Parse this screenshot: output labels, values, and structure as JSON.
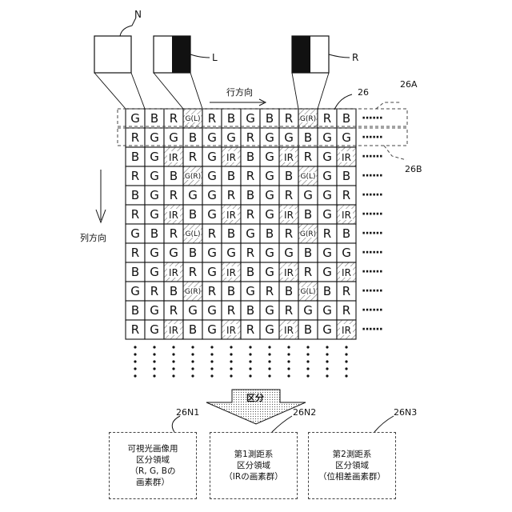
{
  "sensors": {
    "n_label": "N",
    "l_label": "L",
    "r_label": "R"
  },
  "labels": {
    "row_direction": "行方向",
    "column_direction": "列方向",
    "ref_26": "26",
    "ref_26a": "26A",
    "ref_26b": "26B",
    "dots_h": "······",
    "dots_v": "⋮"
  },
  "grid": [
    [
      "G",
      "B",
      "R",
      "G(L)",
      "R",
      "B",
      "G",
      "B",
      "R",
      "G(R)",
      "R",
      "B"
    ],
    [
      "R",
      "G",
      "G",
      "B",
      "G",
      "G",
      "R",
      "G",
      "G",
      "B",
      "G",
      "G"
    ],
    [
      "B",
      "G",
      "IR",
      "R",
      "G",
      "IR",
      "B",
      "G",
      "IR",
      "R",
      "G",
      "IR"
    ],
    [
      "R",
      "G",
      "B",
      "G(R)",
      "G",
      "B",
      "R",
      "G",
      "B",
      "G(L)",
      "G",
      "B"
    ],
    [
      "B",
      "G",
      "R",
      "G",
      "G",
      "R",
      "B",
      "G",
      "R",
      "G",
      "G",
      "R"
    ],
    [
      "R",
      "G",
      "IR",
      "B",
      "G",
      "IR",
      "R",
      "G",
      "IR",
      "B",
      "G",
      "IR"
    ],
    [
      "G",
      "B",
      "R",
      "G(L)",
      "R",
      "B",
      "G",
      "B",
      "R",
      "G(R)",
      "R",
      "B"
    ],
    [
      "R",
      "G",
      "G",
      "B",
      "G",
      "G",
      "R",
      "G",
      "G",
      "B",
      "G",
      "G"
    ],
    [
      "B",
      "G",
      "IR",
      "R",
      "G",
      "IR",
      "B",
      "G",
      "IR",
      "R",
      "G",
      "IR"
    ],
    [
      "G",
      "R",
      "B",
      "G(R)",
      "R",
      "B",
      "G",
      "R",
      "B",
      "G(L)",
      "B",
      "R"
    ],
    [
      "B",
      "G",
      "R",
      "G",
      "G",
      "R",
      "B",
      "G",
      "R",
      "G",
      "G",
      "R"
    ],
    [
      "R",
      "G",
      "IR",
      "B",
      "G",
      "IR",
      "R",
      "G",
      "IR",
      "B",
      "G",
      "IR"
    ]
  ],
  "split_label": "区分",
  "regions": [
    {
      "ref": "26N1",
      "text": "可視光画像用\n区分領域\n（R, G, Bの\n画素群）"
    },
    {
      "ref": "26N2",
      "text": "第1測距系\n区分領域\n（IRの画素群）"
    },
    {
      "ref": "26N3",
      "text": "第2測距系\n区分領域\n（位相差画素群）"
    }
  ]
}
